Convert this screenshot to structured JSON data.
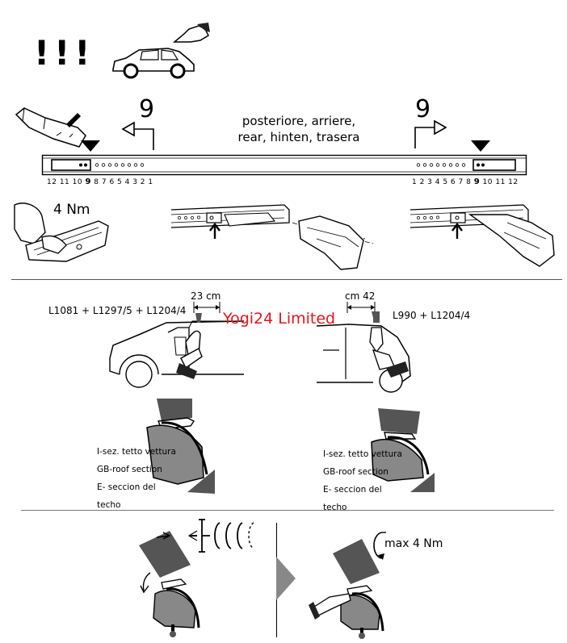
{
  "warning": {
    "text": "!!!"
  },
  "rear_label": {
    "lines": [
      "posteriore, arriere,",
      "rear, hinten, trasera"
    ]
  },
  "arrows": {
    "left_number": "9",
    "right_number": "9"
  },
  "scale_left": {
    "before": "12 11 10 ",
    "bold": "9",
    "after": " 8 7 6 5 4 3 2 1"
  },
  "scale_right": {
    "before": "1 2 3 4 5 6 7 8 ",
    "bold": "9",
    "after": " 10 11 12"
  },
  "torque_top": "4 Nm",
  "car_left": {
    "distance": "23 cm",
    "models": "L1081 + L1297/5 + L1204/4"
  },
  "car_right": {
    "distance": "cm 42",
    "models": "L990 + L1204/4"
  },
  "watermark": "Yogi24 Limited",
  "section_label": {
    "lines": [
      "I-sez. tetto vettura",
      "GB-roof section",
      "E- seccion del",
      "techo"
    ]
  },
  "torque_bottom": "max 4 Nm"
}
